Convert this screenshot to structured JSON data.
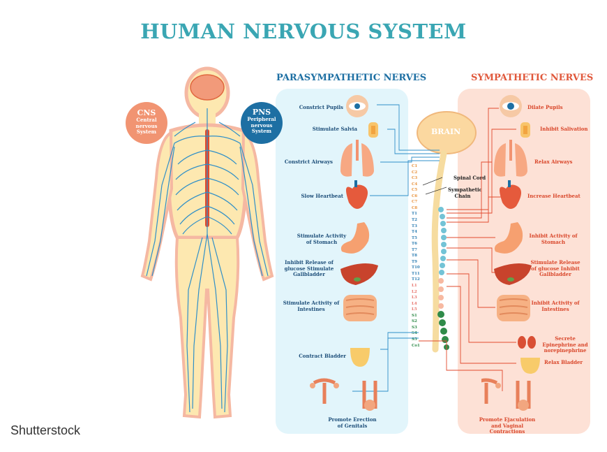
{
  "title": "HUMAN NERVOUS SYSTEM",
  "parasympathetic": {
    "heading": "PARASYMPATHETIC NERVES",
    "labels": [
      "Constrict Pupils",
      "Stimulate Salvia",
      "Constrict Airways",
      "Slow Heartbeat",
      "Stimulate Activity of Stomach",
      "Inhibit Release of glucose Stimulate Gallbladder",
      "Stimulate Activity of Intestines",
      "Contract Bladder",
      "Promote Erection of Genitals"
    ]
  },
  "sympathetic": {
    "heading": "SYMPATHETIC NERVES",
    "labels": [
      "Dilate Pupils",
      "Inhibit Salivation",
      "Relax Airways",
      "Increase Heartbeat",
      "Inhibit Activity of Stomach",
      "Stimulate Release of glucose Inhibit Gallbladder",
      "Inhibit Activity of Intestines",
      "Secrete Epinephrine and norepinephrine",
      "Relax Bladder",
      "Promote Ejaculation and Vaginal Contractions"
    ]
  },
  "cns": {
    "abbr": "CNS",
    "full": "Central nervous System"
  },
  "pns": {
    "abbr": "PNS",
    "full": "Peripheral nervous System"
  },
  "brain_label": "BRAIN",
  "spinal_cord_label": "Spinal Cord",
  "sympathetic_chain_label": "Sympathetic Chain",
  "segments": [
    "C1",
    "C2",
    "C3",
    "C4",
    "C5",
    "C6",
    "C7",
    "C8",
    "T1",
    "T2",
    "T3",
    "T4",
    "T5",
    "T6",
    "T7",
    "T8",
    "T9",
    "T10",
    "T11",
    "T12",
    "L1",
    "L2",
    "L3",
    "L4",
    "L5",
    "S1",
    "S2",
    "S3",
    "S4",
    "S5",
    "Co1"
  ],
  "watermark": "Shutterstock",
  "colors": {
    "title": "#3aa6b3",
    "para_heading": "#1d6fa3",
    "para_text": "#1e4f7a",
    "para_panel": "#e2f5fb",
    "symp_heading": "#e0573a",
    "symp_text": "#d9472b",
    "symp_panel": "#fde1d6",
    "cns": "#f19472",
    "pns": "#1d6fa3",
    "nerve_blue": "#2f8fc8",
    "nerve_red": "#e24a2e",
    "body": "#fde8b0",
    "body_outline": "#f5b8a2"
  }
}
